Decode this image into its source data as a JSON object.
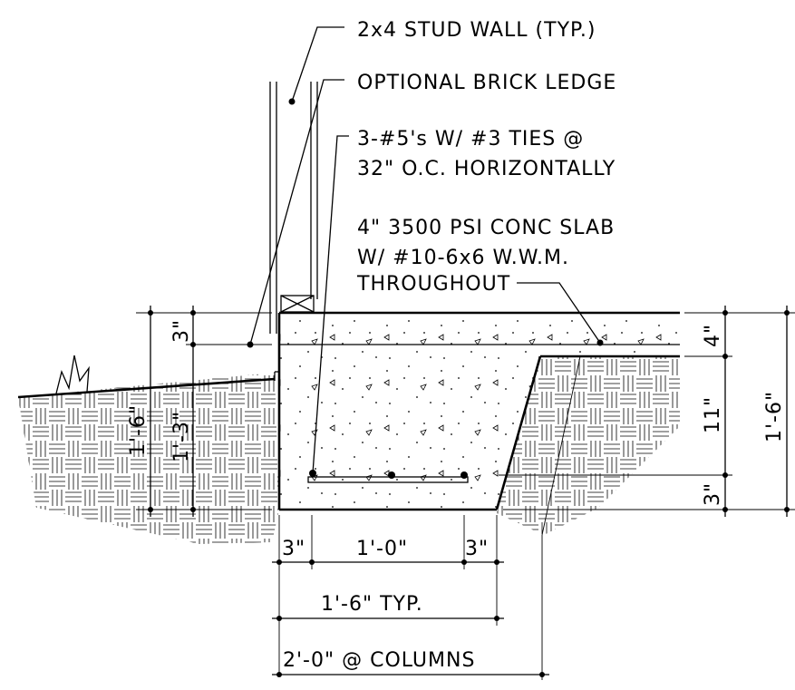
{
  "notes": {
    "stud_wall": "2x4 STUD WALL (TYP.)",
    "brick_ledge": "OPTIONAL BRICK LEDGE",
    "rebar_line1": "3-#5's W/ #3 TIES @",
    "rebar_line2": "32\" O.C. HORIZONTALLY",
    "slab_line1": "4\" 3500 PSI CONC SLAB",
    "slab_line2": "W/ #10-6x6 W.W.M.",
    "slab_line3": "THROUGHOUT"
  },
  "dimensions": {
    "bottom_left_3": "3\"",
    "bottom_mid_1_0": "1'-0\"",
    "bottom_right_3": "3\"",
    "width_typ": "1'-6\" TYP.",
    "width_columns": "2'-0\" @ COLUMNS",
    "right_slab_4": "4\"",
    "right_11": "11\"",
    "right_3": "3\"",
    "right_total": "1'-6\"",
    "left_ledge_3": "3\"",
    "left_total": "1'-6\"",
    "left_1_3": "1'-3\""
  }
}
